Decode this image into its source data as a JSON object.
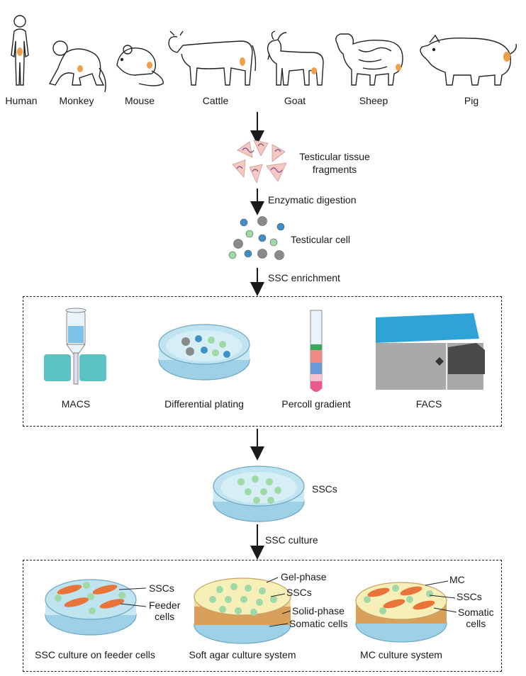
{
  "animals": [
    "Human",
    "Monkey",
    "Mouse",
    "Cattle",
    "Goat",
    "Sheep",
    "Pig"
  ],
  "steps": {
    "tissue": "Testicular tissue\nfragments",
    "digestion": "Enzymatic digestion",
    "cells": "Testicular cell",
    "enrichment": "SSC enrichment",
    "sscs": "SSCs",
    "culture": "SSC culture"
  },
  "enrichment_methods": [
    "MACS",
    "Differential plating",
    "Percoll gradient",
    "FACS"
  ],
  "culture_systems": [
    {
      "title": "SSC culture on feeder cells",
      "labels": [
        "SSCs",
        "Feeder\ncells"
      ]
    },
    {
      "title": "Soft agar culture system",
      "labels": [
        "Gel-phase",
        "SSCs",
        "Solid-phase",
        "Somatic cells"
      ]
    },
    {
      "title": "MC culture system",
      "labels": [
        "MC",
        "SSCs",
        "Somatic\ncells"
      ]
    }
  ],
  "colors": {
    "testis": "#f0a04b",
    "blue_cell": "#3f8fc8",
    "green_cell": "#9fd9a6",
    "gray_cell": "#8a8a8a",
    "dish_liquid": "#bfe3ef",
    "agar": "#f6efb8",
    "feeder": "#e8743a",
    "facs_top": "#2fa3d8",
    "facs_body": "#a9a9a9",
    "facs_dark": "#4a4a4a",
    "macs_magnet": "#5cc3c3"
  }
}
